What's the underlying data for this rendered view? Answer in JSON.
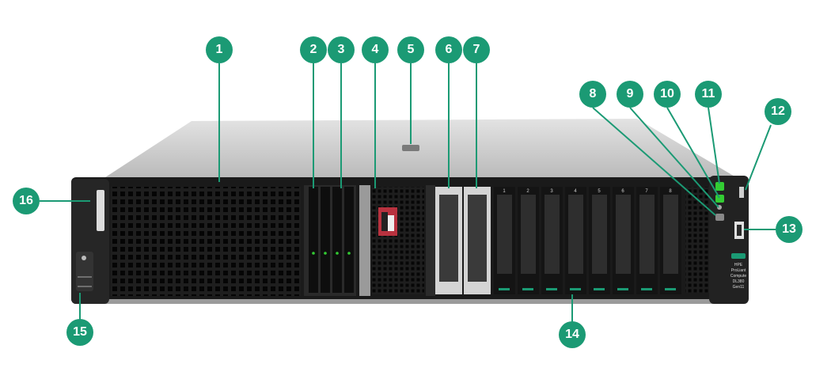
{
  "callouts": {
    "c1": "1",
    "c2": "2",
    "c3": "3",
    "c4": "4",
    "c5": "5",
    "c6": "6",
    "c7": "7",
    "c8": "8",
    "c9": "9",
    "c10": "10",
    "c11": "11",
    "c12": "12",
    "c13": "13",
    "c14": "14",
    "c15": "15",
    "c16": "16"
  },
  "bay_labels": [
    "1",
    "2",
    "3",
    "4",
    "5",
    "6",
    "7",
    "8"
  ],
  "brand": {
    "logo_text": "HPE",
    "model_lines": [
      "HPE",
      "ProLiant",
      "Compute",
      "DL380",
      "Gen11"
    ]
  },
  "colors": {
    "callout": "#1b9a74",
    "chassis_dark": "#1a1a1a",
    "chassis_top": "#c9c9c9",
    "accent_green": "#1b9a74",
    "led_green": "#33cc33",
    "bay_latch_red": "#b8323f"
  }
}
